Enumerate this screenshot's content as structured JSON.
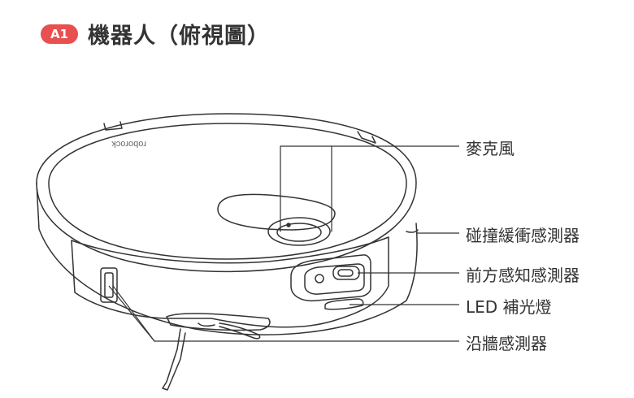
{
  "header": {
    "badge": "A1",
    "title": "機器人（俯視圖）"
  },
  "diagram": {
    "brand_text": "roborock",
    "callouts": [
      "麥克風",
      "碰撞緩衝感測器",
      "前方感知感測器",
      "LED 補光燈",
      "沿牆感測器"
    ],
    "accent_color": "#e8504f",
    "line_color": "#333333"
  }
}
